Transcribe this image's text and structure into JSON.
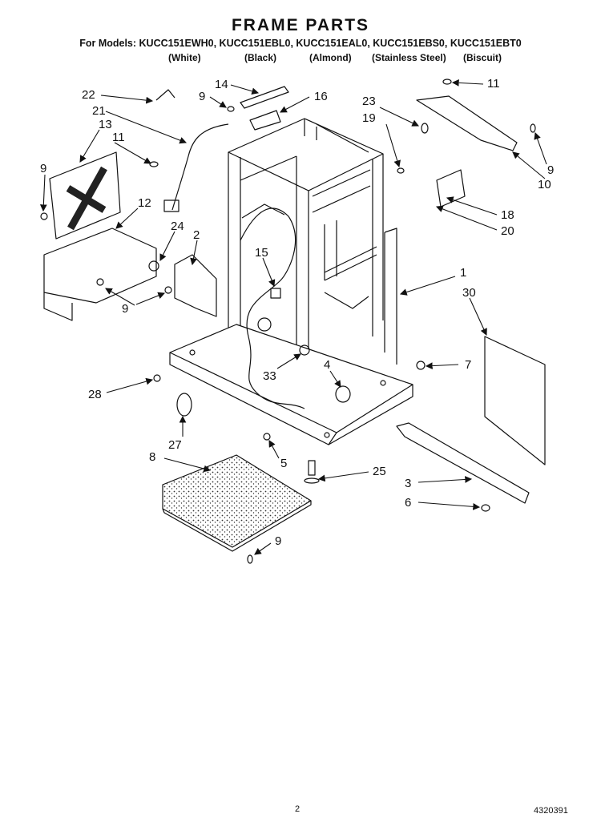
{
  "title": "FRAME PARTS",
  "models_line": "For Models: KUCC151EWH0, KUCC151EBL0, KUCC151EAL0, KUCC151EBS0, KUCC151EBT0",
  "colors": [
    "(White)",
    "(Black)",
    "(Almond)",
    "(Stainless Steel)",
    "(Biscuit)"
  ],
  "callouts": {
    "c22": "22",
    "c21": "21",
    "c14": "14",
    "c9a": "9",
    "c16": "16",
    "c11a": "11",
    "c23": "23",
    "c19": "19",
    "c13": "13",
    "c11b": "11",
    "c9b": "9",
    "c9c": "9",
    "c10": "10",
    "c12": "12",
    "c24": "24",
    "c2": "2",
    "c15": "15",
    "c18": "18",
    "c20": "20",
    "c1": "1",
    "c30": "30",
    "c9d": "9",
    "c7": "7",
    "c33": "33",
    "c4": "4",
    "c28": "28",
    "c27": "27",
    "c8": "8",
    "c5": "5",
    "c25": "25",
    "c3": "3",
    "c6": "6",
    "c9e": "9"
  },
  "footer": {
    "page": "2",
    "code": "4320391"
  }
}
